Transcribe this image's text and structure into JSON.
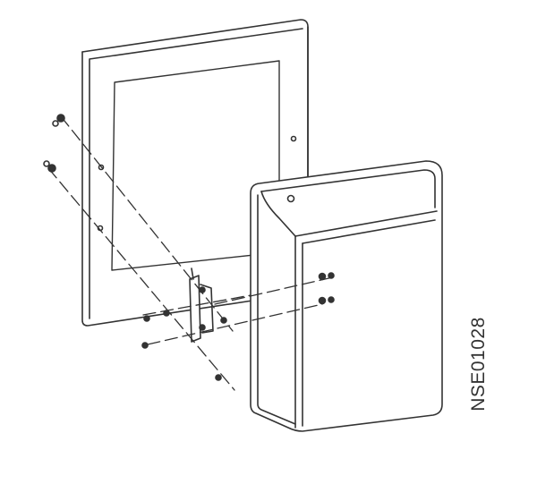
{
  "diagram": {
    "drawing_code": "NSE01028",
    "parts": [
      "mounting-frame",
      "enclosure-cover",
      "screws",
      "bracket"
    ]
  }
}
